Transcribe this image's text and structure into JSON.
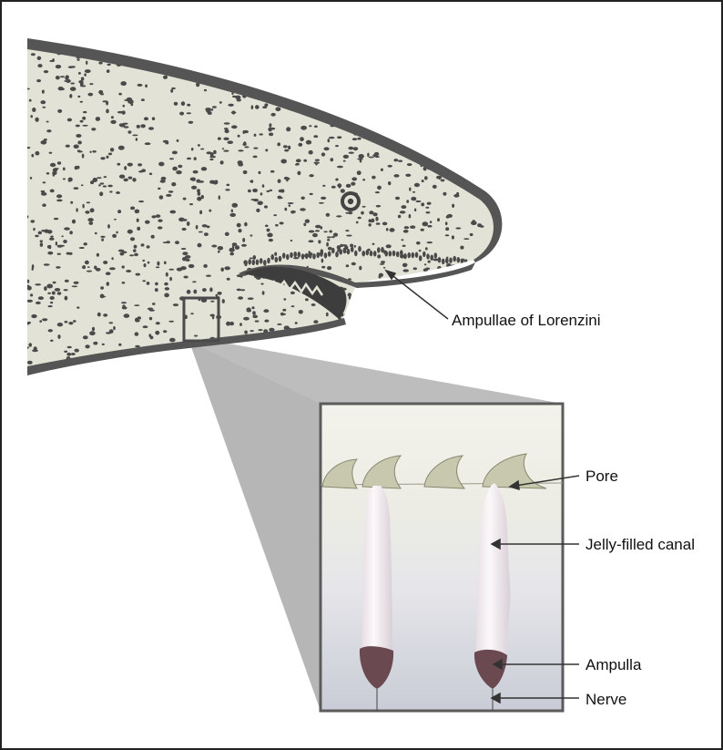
{
  "labels": {
    "ampullae_of_lorenzini": "Ampullae of Lorenzini",
    "pore": "Pore",
    "jelly_filled_canal": "Jelly-filled canal",
    "ampulla": "Ampulla",
    "nerve": "Nerve"
  },
  "colors": {
    "skin": "#e3e2d6",
    "skin_outline": "#5a5a5a",
    "spots": "#4a4a4a",
    "zoom_cone": "#bdbdbd",
    "inset_border": "#5b5b5b",
    "denticle": "#c8c8ae",
    "canal": "#f2eef0",
    "ampulla": "#6a4a50"
  }
}
